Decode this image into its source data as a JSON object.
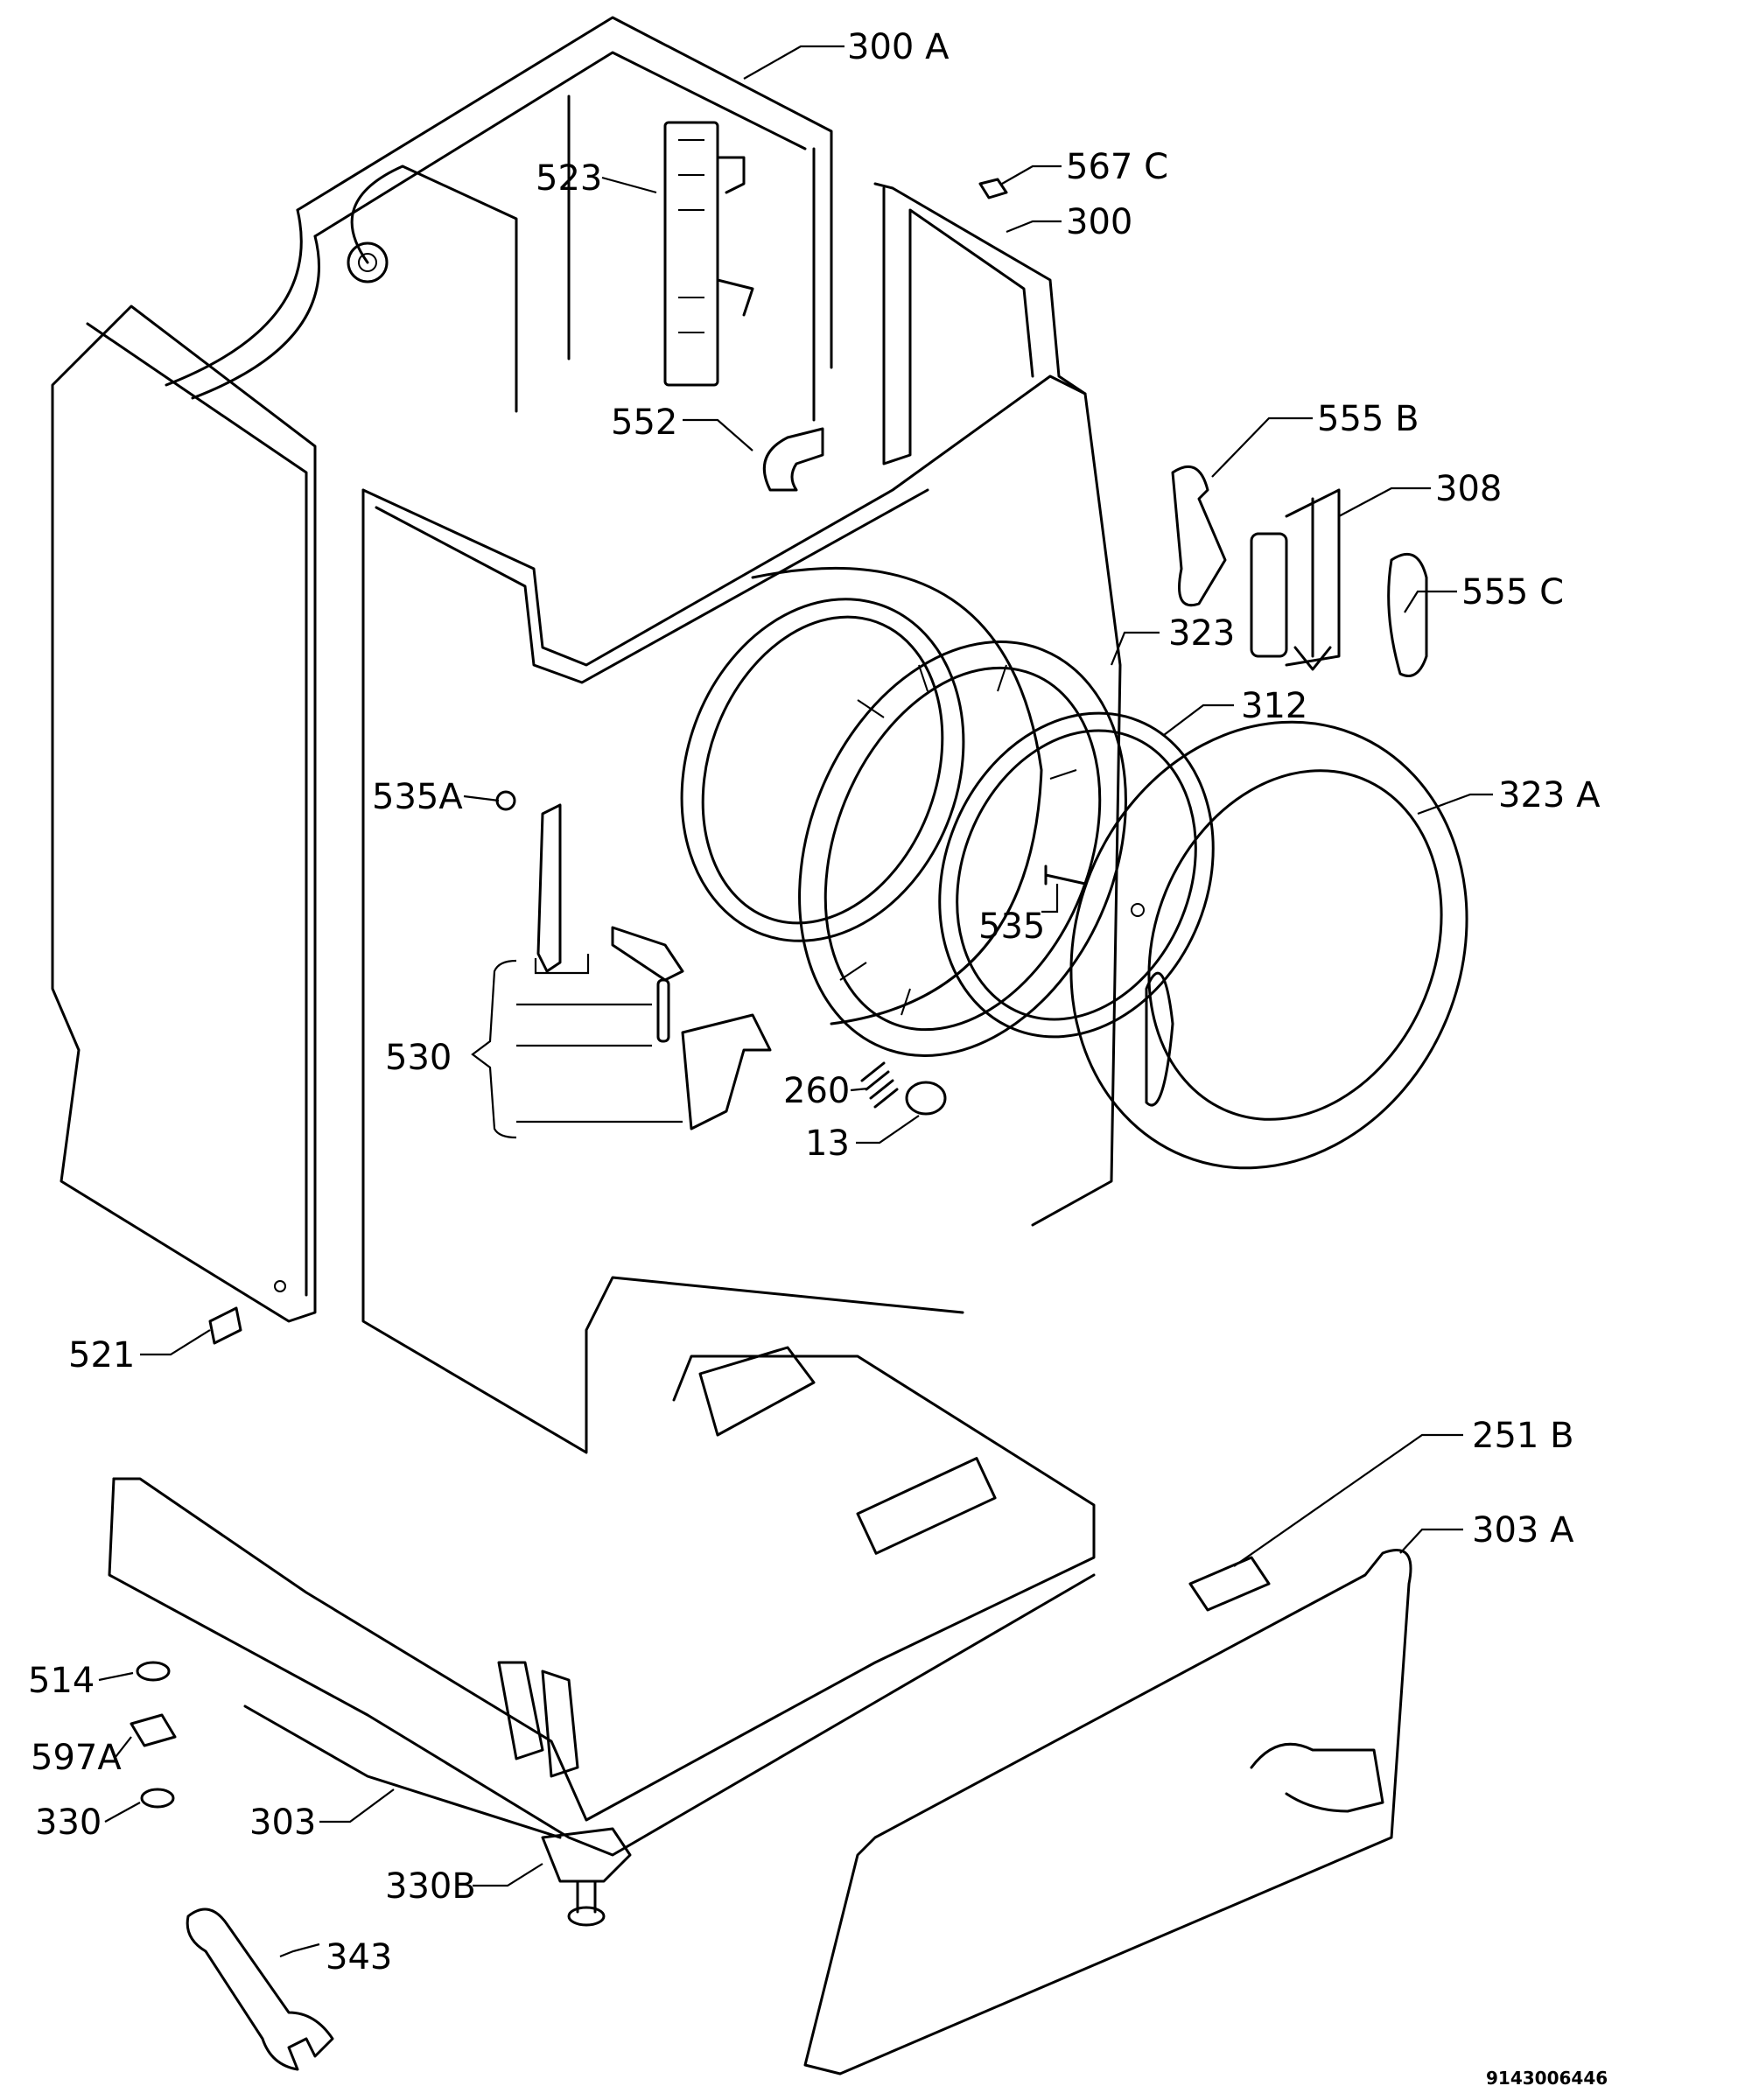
{
  "diagram": {
    "document_number": "9143006446",
    "labels": [
      {
        "id": "l300a",
        "text": "300 A"
      },
      {
        "id": "l523",
        "text": "523"
      },
      {
        "id": "l567c",
        "text": "567 C"
      },
      {
        "id": "l300",
        "text": "300"
      },
      {
        "id": "l552",
        "text": "552"
      },
      {
        "id": "l555b",
        "text": "555 B"
      },
      {
        "id": "l308",
        "text": "308"
      },
      {
        "id": "l555c",
        "text": "555 C"
      },
      {
        "id": "l323",
        "text": "323"
      },
      {
        "id": "l312",
        "text": "312"
      },
      {
        "id": "l323a",
        "text": "323 A"
      },
      {
        "id": "l535a",
        "text": "535A"
      },
      {
        "id": "l535",
        "text": "535"
      },
      {
        "id": "l530",
        "text": "530"
      },
      {
        "id": "l260",
        "text": "260"
      },
      {
        "id": "l13",
        "text": "13"
      },
      {
        "id": "l521",
        "text": "521"
      },
      {
        "id": "l251b",
        "text": "251 B"
      },
      {
        "id": "l303a",
        "text": "303 A"
      },
      {
        "id": "l514",
        "text": "514"
      },
      {
        "id": "l597a",
        "text": "597A"
      },
      {
        "id": "l330",
        "text": "330"
      },
      {
        "id": "l303",
        "text": "303"
      },
      {
        "id": "l330b",
        "text": "330B"
      },
      {
        "id": "l343",
        "text": "343"
      }
    ]
  }
}
